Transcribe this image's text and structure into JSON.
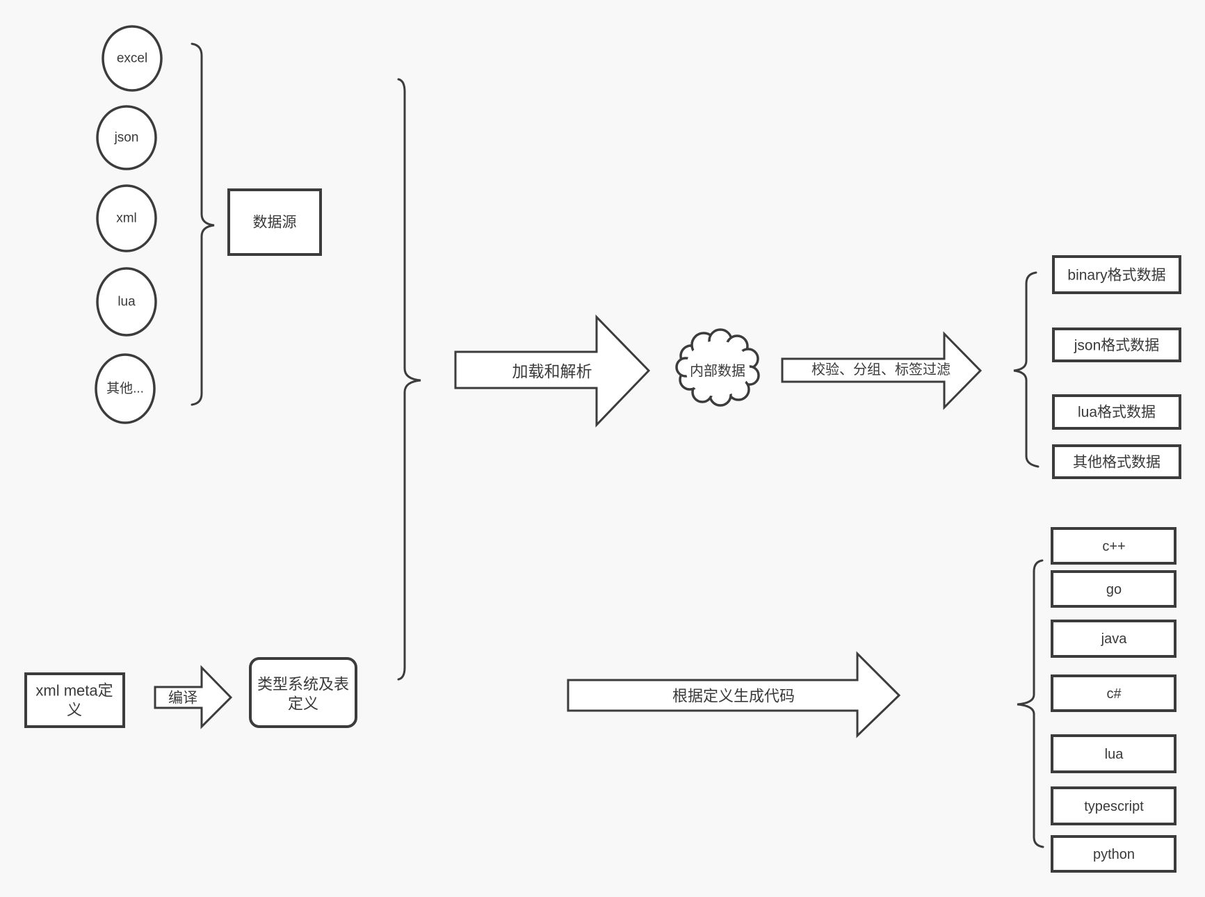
{
  "diagram": {
    "background": "#f8f8f8",
    "stroke_color": "#3c3c3c",
    "sources": {
      "items": [
        "excel",
        "json",
        "xml",
        "lua",
        "其他..."
      ],
      "group_box": "数据源"
    },
    "meta": {
      "xml_meta_lines": [
        "xml meta定",
        "义"
      ],
      "compile_arrow": "编译",
      "type_system_lines": [
        "类型系统及表",
        "定义"
      ]
    },
    "pipeline": {
      "load_arrow": "加载和解析",
      "cloud": "内部数据",
      "filter_arrow": "校验、分组、标签过滤",
      "generate_arrow": "根据定义生成代码"
    },
    "format_outputs": [
      "binary格式数据",
      "json格式数据",
      "lua格式数据",
      "其他格式数据"
    ],
    "language_outputs": [
      "c++",
      "go",
      "java",
      "c#",
      "lua",
      "typescript",
      "python"
    ]
  }
}
